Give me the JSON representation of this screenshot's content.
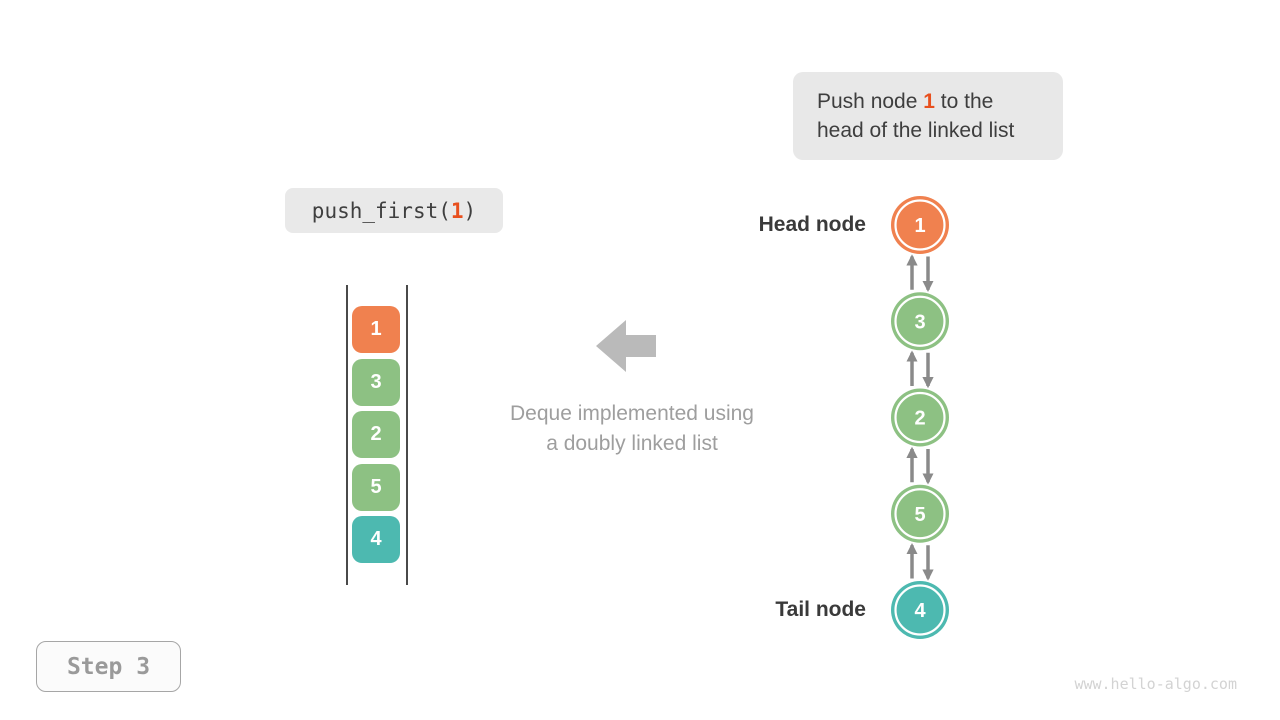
{
  "colors": {
    "orange": "#F0814F",
    "green": "#8DC183",
    "teal": "#4DB9B0",
    "highlight": "#E8501E",
    "arrow_gray": "#8A8A8A",
    "block_arrow_gray": "#BABABA",
    "caption_gray": "#9E9E9E",
    "label_dark": "#3A3A3A",
    "box_bg": "#E8E8E8",
    "rail_gray": "#4A4A4A"
  },
  "info_box": {
    "line1_prefix": "Push node ",
    "line1_highlight": "1",
    "line1_suffix": " to the",
    "line2": "head of the linked list"
  },
  "code_box": {
    "prefix": "push_first(",
    "highlight": "1",
    "suffix": ")"
  },
  "deque": {
    "items": [
      {
        "value": "1",
        "color": "#F0814F"
      },
      {
        "value": "3",
        "color": "#8DC183"
      },
      {
        "value": "2",
        "color": "#8DC183"
      },
      {
        "value": "5",
        "color": "#8DC183"
      },
      {
        "value": "4",
        "color": "#4DB9B0"
      }
    ]
  },
  "caption": {
    "line1": "Deque implemented using",
    "line2": "a doubly linked list"
  },
  "linked_list": {
    "head_label": "Head node",
    "tail_label": "Tail node",
    "nodes": [
      {
        "value": "1",
        "color": "#F0814F"
      },
      {
        "value": "3",
        "color": "#8DC183"
      },
      {
        "value": "2",
        "color": "#8DC183"
      },
      {
        "value": "5",
        "color": "#8DC183"
      },
      {
        "value": "4",
        "color": "#4DB9B0"
      }
    ]
  },
  "step_box": {
    "label": "Step 3"
  },
  "watermark": "www.hello-algo.com"
}
